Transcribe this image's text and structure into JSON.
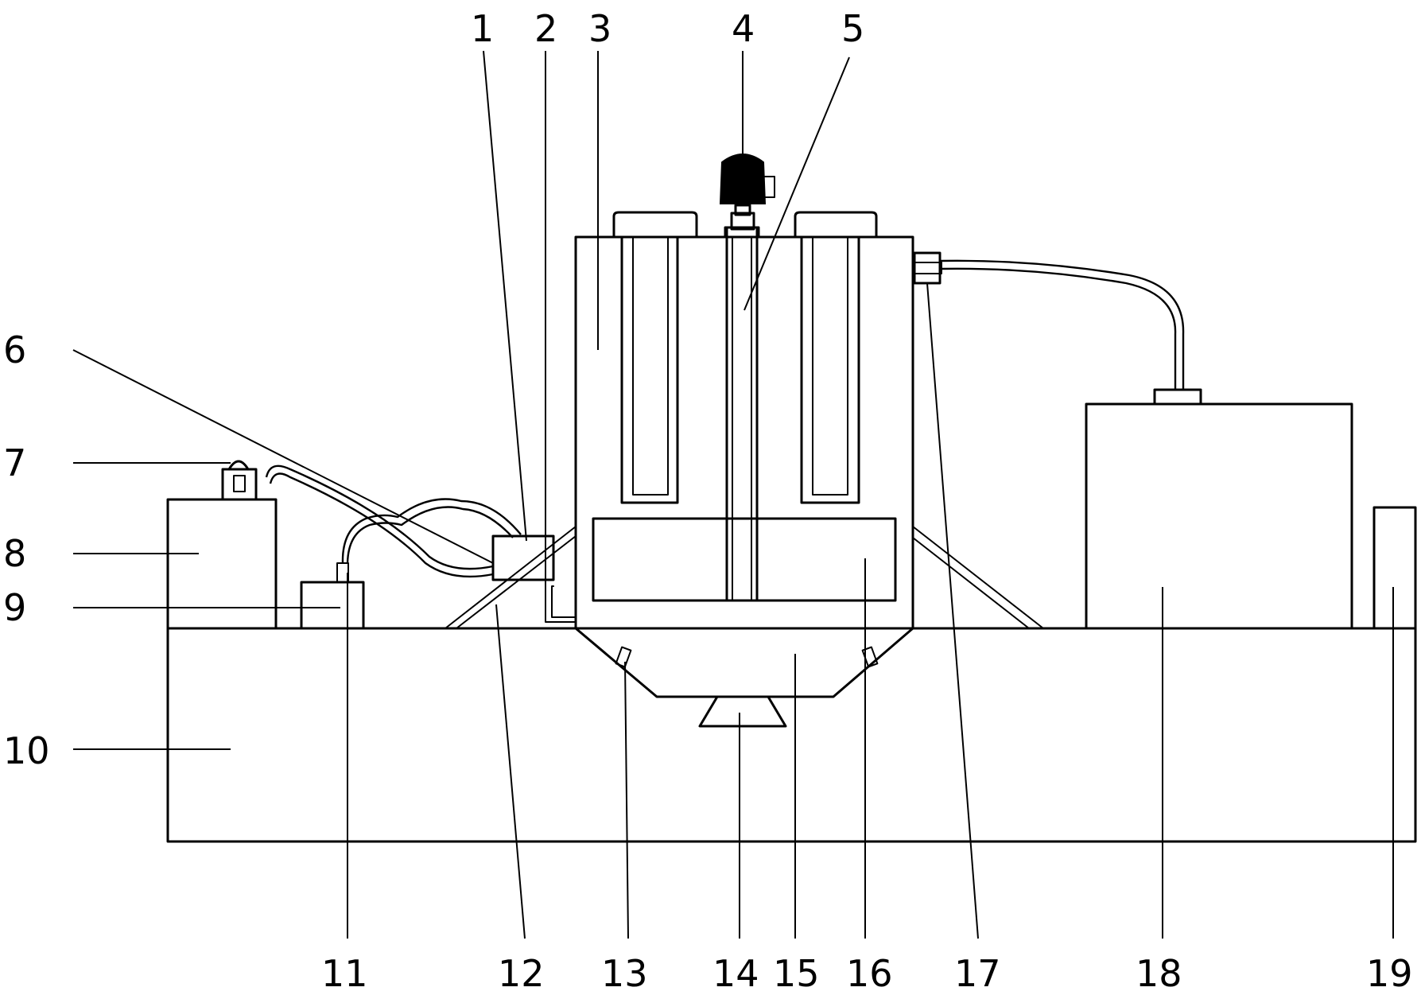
{
  "labels": {
    "n1": "1",
    "n2": "2",
    "n3": "3",
    "n4": "4",
    "n5": "5",
    "n6": "6",
    "n7": "7",
    "n8": "8",
    "n9": "9",
    "n10": "10",
    "n11": "11",
    "n12": "12",
    "n13": "13",
    "n14": "14",
    "n15": "15",
    "n16": "16",
    "n17": "17",
    "n18": "18",
    "n19": "19"
  }
}
